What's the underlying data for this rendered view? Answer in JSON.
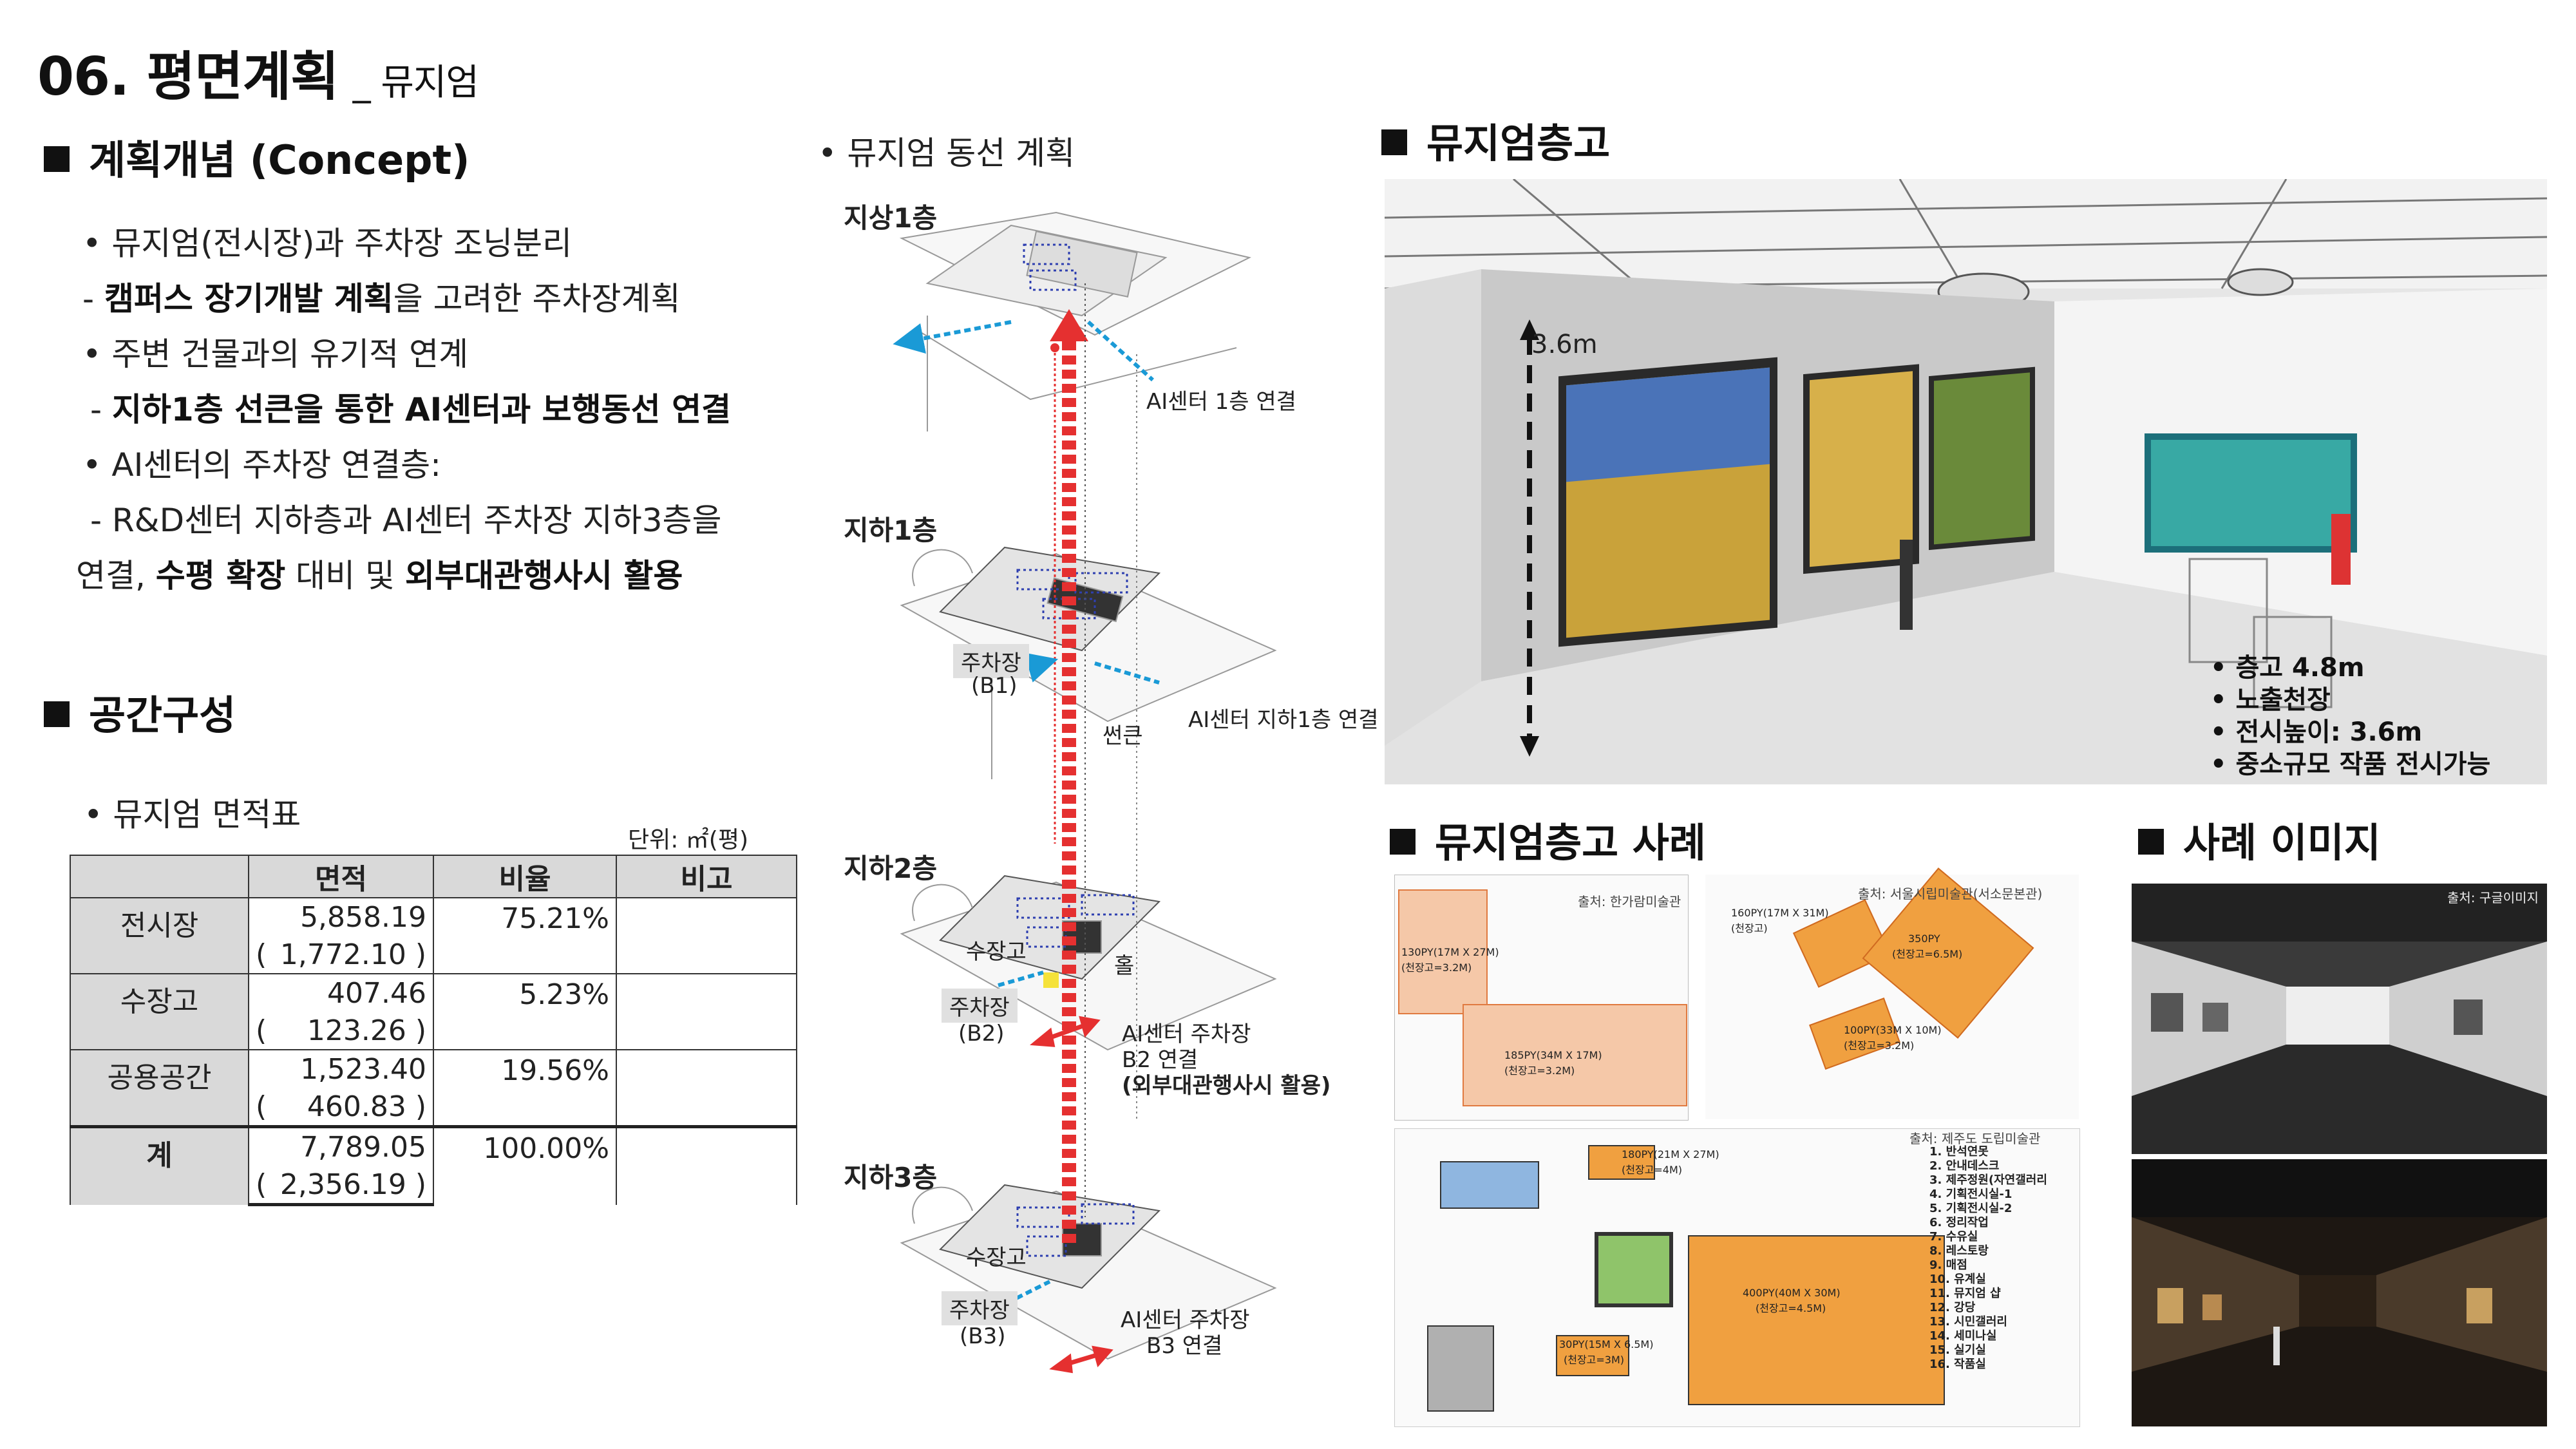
{
  "header": {
    "title": "06. 평면계획",
    "subtitle": "_ 뮤지엄"
  },
  "concept": {
    "heading": "계획개념 (Concept)",
    "lines": [
      {
        "pre": "• 뮤지엄(전시장)과 주차장 조닝분리",
        "bold": "",
        "post": ""
      },
      {
        "pre": "- ",
        "bold": "캠퍼스 장기개발 계획",
        "post": "을 고려한 주차장계획"
      },
      {
        "pre": "• 주변 건물과의 유기적 연계",
        "bold": "",
        "post": ""
      },
      {
        "pre": " - ",
        "bold": "지하1층 선큰을 통한 AI센터과 보행동선 연결",
        "post": ""
      },
      {
        "pre": "• AI센터의 주차장 연결층:",
        "bold": "",
        "post": ""
      },
      {
        "pre": " -  R&D센터 지하층과 AI센터 주차장 지하3층을",
        "bold": "",
        "post": ""
      }
    ],
    "last_line": {
      "a": "연결, ",
      "b": "수평 확장",
      "c": " 대비 및 ",
      "d": "외부대관행사시 활용"
    }
  },
  "space": {
    "heading": "공간구성",
    "table_caption": "• 뮤지엄 면적표",
    "unit": "단위: ㎡(평)",
    "columns": [
      "면적",
      "비율",
      "비고"
    ],
    "rows": [
      {
        "name": "전시장",
        "area": "5,858.19",
        "ratio": "75.21%",
        "pyeong": "1,772.10"
      },
      {
        "name": "수장고",
        "area": "407.46",
        "ratio": "5.23%",
        "pyeong": "123.26"
      },
      {
        "name": "공용공간",
        "area": "1,523.40",
        "ratio": "19.56%",
        "pyeong": "460.83"
      },
      {
        "name": "계",
        "area": "7,789.05",
        "ratio": "100.00%",
        "pyeong": "2,356.19"
      }
    ],
    "paren_open": "(",
    "paren_close": ")"
  },
  "circulation": {
    "title": "• 뮤지엄 동선 계획",
    "levels": [
      "지상1층",
      "지하1층",
      "지하2층",
      "지하3층"
    ],
    "labels": {
      "ai_1f": "AI센터 1층 연결",
      "parking": "주차장",
      "b1": "(B1)",
      "b2": "(B2)",
      "b3": "(B3)",
      "ai_b1": "AI센터 지하1층 연결",
      "sunken": "썬큰",
      "storage": "수장고",
      "hall": "홀",
      "ai_b2_1": "AI센터 주차장",
      "ai_b2_2": "B2 연결",
      "ai_b2_3": "(외부대관행사시 활용)",
      "ai_b3_1": "AI센터 주차장",
      "ai_b3_2": "B3 연결"
    }
  },
  "height": {
    "heading": "뮤지엄층고",
    "dimension": "3.6m",
    "bullets": [
      "• 층고 4.8m",
      "• 노출천장",
      "• 전시높이: 3.6m",
      "• 중소규모 작품 전시가능"
    ]
  },
  "cases": {
    "heading": "뮤지엄층고 사례",
    "src1": "출처: 한가람미술관",
    "src2": "출처: 서울시립미술관(서소문본관)",
    "src3": "출처: 제주도 도립미술관",
    "plan1": [
      "130PY(17M X 27M)",
      "(천장고=3.2M)",
      "185PY(34M X 17M)",
      "(천장고=3.2M)"
    ],
    "plan2": [
      "160PY(17M X 31M)",
      "(천장고)",
      "350PY",
      "(천장고=6.5M)",
      "100PY(33M X 10M)",
      "(천장고=3.2M)"
    ],
    "plan3": [
      "180PY(21M X 27M)",
      "(천장고=4M)",
      "400PY(40M X 30M)",
      "(천장고=4.5M)",
      "30PY(15M X 6.5M)",
      "(천장고=3M)"
    ],
    "legend3": [
      "1. 반석연못",
      "2. 안내데스크",
      "3. 제주정원(자연갤러리",
      "4. 기획전시실-1",
      "5. 기획전시실-2",
      "6. 정리작업",
      "7. 수유실",
      "8. 레스토랑",
      "9. 매점",
      "10. 유계실",
      "11. 뮤지엄 샵",
      "12. 강당",
      "13. 시민갤러리",
      "14. 세미나실",
      "15. 실기실",
      "16. 작품실"
    ]
  },
  "images": {
    "heading": "사례 이미지",
    "src": "출처: 구글이미지"
  },
  "colors": {
    "orange": "#f0a040",
    "salmon": "#f5c8a8",
    "red_arrow": "#e53030",
    "blue_arrow": "#1a9ad6"
  }
}
